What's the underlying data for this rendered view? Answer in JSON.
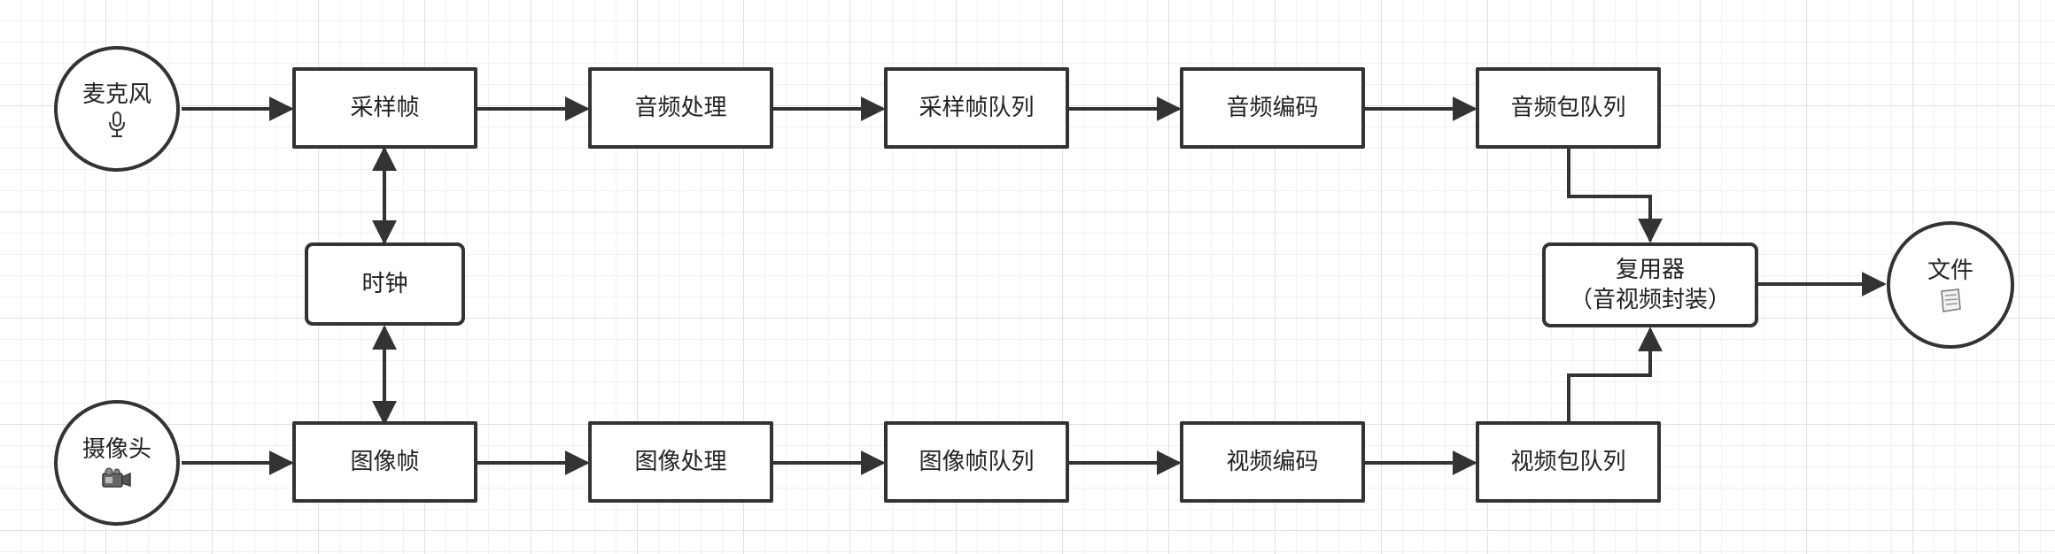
{
  "nodes": {
    "mic": {
      "label": "麦克风",
      "icon": "microphone-icon"
    },
    "sample_frame": {
      "label": "采样帧"
    },
    "audio_process": {
      "label": "音频处理"
    },
    "sample_queue": {
      "label": "采样帧队列"
    },
    "audio_encode": {
      "label": "音频编码"
    },
    "audio_packet_queue": {
      "label": "音频包队列"
    },
    "clock": {
      "label": "时钟"
    },
    "muxer": {
      "label": "复用器",
      "sublabel": "（音视频封装）"
    },
    "file": {
      "label": "文件",
      "icon": "document-icon"
    },
    "camera": {
      "label": "摄像头",
      "icon": "video-camera-icon"
    },
    "image_frame": {
      "label": "图像帧"
    },
    "image_process": {
      "label": "图像处理"
    },
    "image_queue": {
      "label": "图像帧队列"
    },
    "video_encode": {
      "label": "视频编码"
    },
    "video_packet_queue": {
      "label": "视频包队列"
    }
  }
}
